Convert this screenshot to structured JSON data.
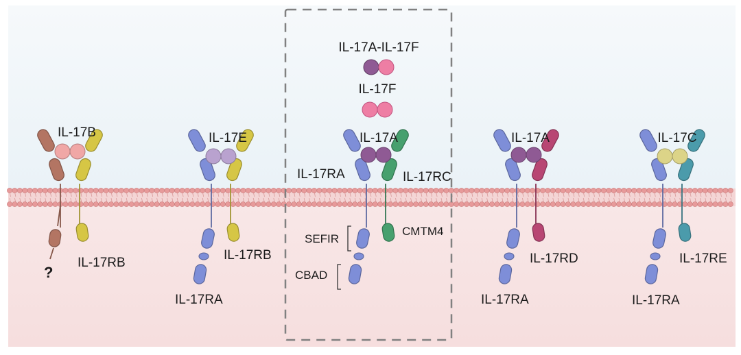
{
  "colors": {
    "extracellular": "#eef4f8",
    "intracellular": "#f9e6e6",
    "membrane_head": "#e79a9a",
    "membrane_tail": "#ffffff",
    "frame": "#808080",
    "IL-17RA": "#7e8ed8",
    "IL-17RB": "#d6c645",
    "IL-17RC": "#47a06e",
    "IL-17RD": "#b84673",
    "IL-17RE": "#4b9bab",
    "unknown_receptor": "#b37563",
    "IL-17A": "#8f5a94",
    "IL-17F": "#ee7ea4",
    "IL-17B": "#f0a7a6",
    "IL-17E": "#b9a2cf",
    "IL-17C": "#dcd488"
  },
  "ligand_pairs": {
    "heterodimer": "IL-17A-IL-17F",
    "homodimer": "IL-17F"
  },
  "complexes": [
    {
      "ligand": "IL-17B",
      "left_receptor": "",
      "right_receptor": "IL-17RB",
      "left_note": "?",
      "left_color": "unknown_receptor",
      "right_color": "IL-17RB",
      "ligand_color": "IL-17B"
    },
    {
      "ligand": "IL-17E",
      "left_receptor": "IL-17RA",
      "right_receptor": "IL-17RB",
      "left_color": "IL-17RA",
      "right_color": "IL-17RB",
      "ligand_color": "IL-17E"
    },
    {
      "ligand": "IL-17A",
      "left_receptor": "IL-17RA",
      "right_receptor": "IL-17RC",
      "right_intracellular": "CMTM4",
      "domains": [
        "SEFIR",
        "CBAD"
      ],
      "left_color": "IL-17RA",
      "right_color": "IL-17RC",
      "ligand_color": "IL-17A"
    },
    {
      "ligand": "IL-17A",
      "left_receptor": "IL-17RA",
      "right_receptor": "IL-17RD",
      "left_color": "IL-17RA",
      "right_color": "IL-17RD",
      "ligand_color": "IL-17A"
    },
    {
      "ligand": "IL-17C",
      "left_receptor": "IL-17RA",
      "right_receptor": "IL-17RE",
      "left_color": "IL-17RA",
      "right_color": "IL-17RE",
      "ligand_color": "IL-17C"
    }
  ]
}
